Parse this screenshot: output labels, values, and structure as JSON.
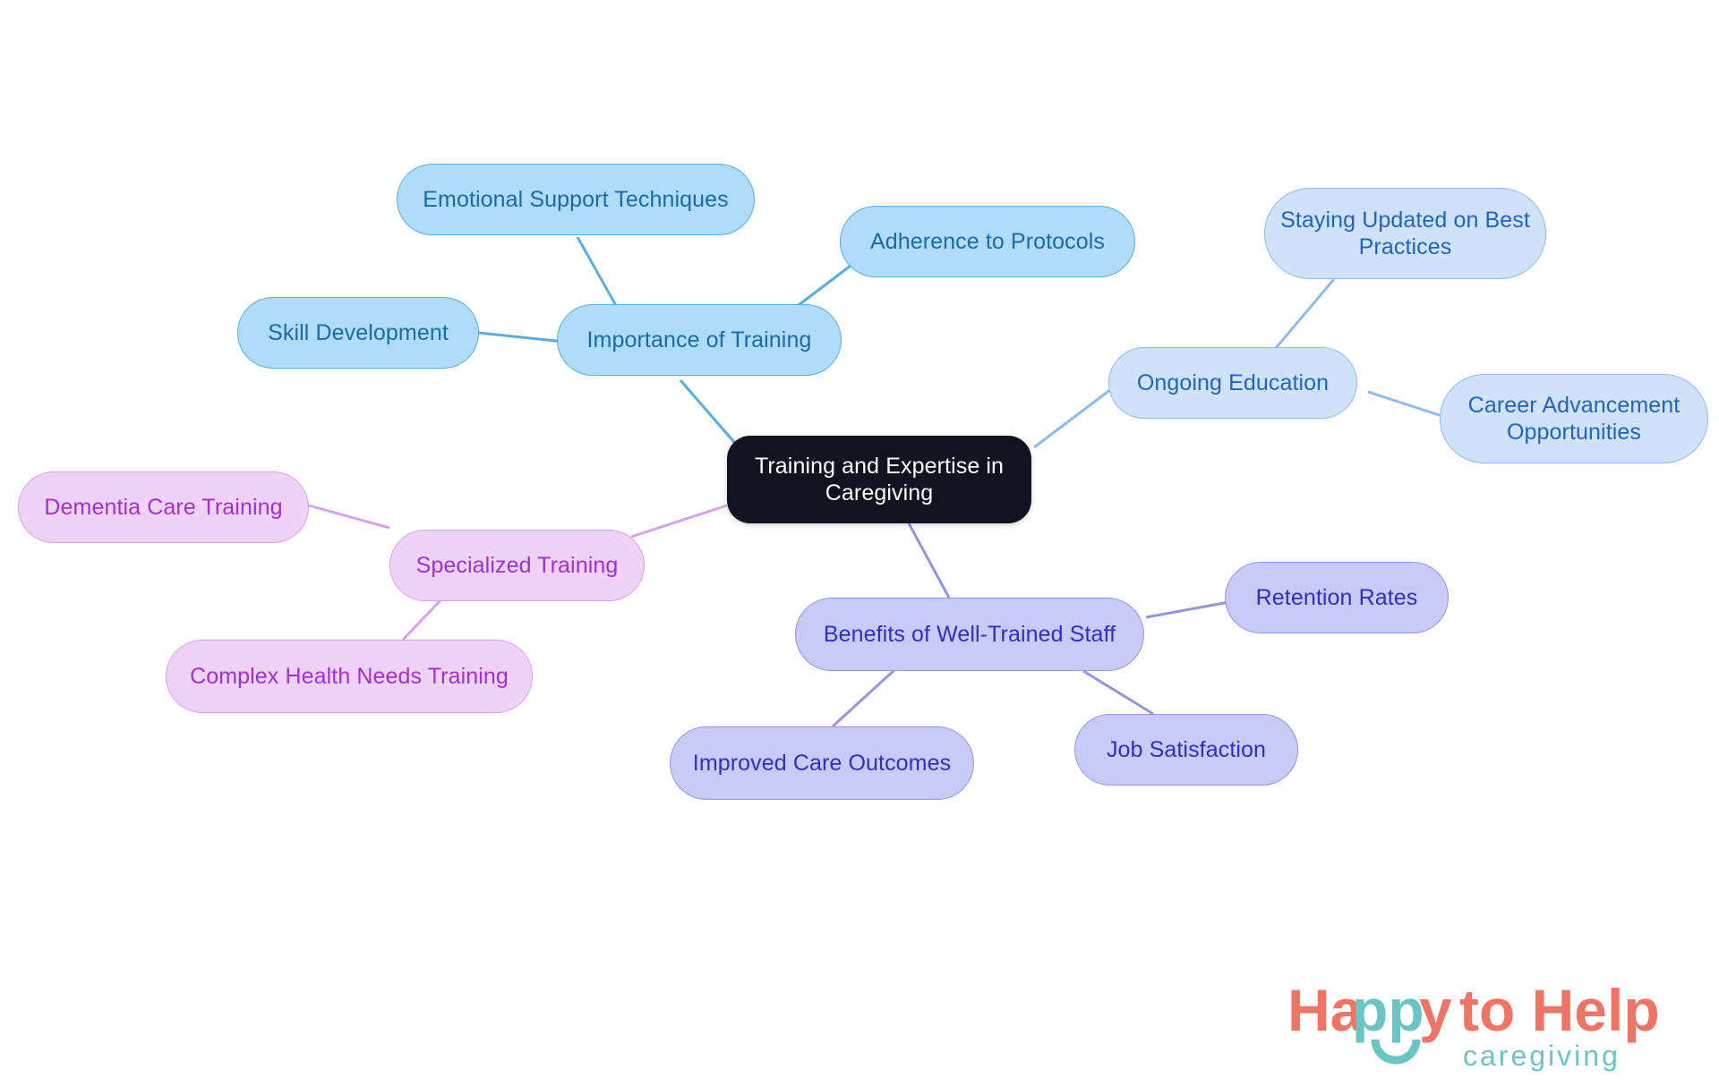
{
  "diagram": {
    "type": "mind-map",
    "title": "Training and Expertise in Caregiving",
    "root": {
      "id": "root",
      "label": "Training and Expertise in Caregiving"
    },
    "branches": [
      {
        "id": "importance-of-training",
        "label": "Importance of Training",
        "color": "#aedcfa",
        "children": [
          {
            "id": "emotional-support-techniques",
            "label": "Emotional Support Techniques"
          },
          {
            "id": "skill-development",
            "label": "Skill Development"
          },
          {
            "id": "adherence-to-protocols",
            "label": "Adherence to Protocols"
          }
        ]
      },
      {
        "id": "ongoing-education",
        "label": "Ongoing Education",
        "color": "#cfe2fa",
        "children": [
          {
            "id": "staying-updated-on-best-practices",
            "label": "Staying Updated on Best Practices"
          },
          {
            "id": "career-advancement-opportunities",
            "label": "Career Advancement Opportunities"
          }
        ]
      },
      {
        "id": "benefits-of-well-trained-staff",
        "label": "Benefits of Well-Trained Staff",
        "color": "#c8caf7",
        "children": [
          {
            "id": "retention-rates",
            "label": "Retention Rates"
          },
          {
            "id": "job-satisfaction",
            "label": "Job Satisfaction"
          },
          {
            "id": "improved-care-outcomes",
            "label": "Improved Care Outcomes"
          }
        ]
      },
      {
        "id": "specialized-training",
        "label": "Specialized Training",
        "color": "#eed2f8",
        "children": [
          {
            "id": "dementia-care-training",
            "label": "Dementia Care Training"
          },
          {
            "id": "complex-health-needs-training",
            "label": "Complex Health Needs Training"
          }
        ]
      }
    ]
  },
  "nodes": {
    "root": "Training and Expertise in Caregiving",
    "emotional_support_techniques": "Emotional Support Techniques",
    "adherence_to_protocols": "Adherence to Protocols",
    "staying_updated": "Staying Updated on Best Practices",
    "skill_development": "Skill Development",
    "importance_of_training": "Importance of Training",
    "ongoing_education": "Ongoing Education",
    "career_advancement": "Career Advancement Opportunities",
    "dementia_care_training": "Dementia Care Training",
    "specialized_training": "Specialized Training",
    "complex_health_needs_training": "Complex Health Needs Training",
    "retention_rates": "Retention Rates",
    "benefits_of_well_trained_staff": "Benefits of Well-Trained Staff",
    "job_satisfaction": "Job Satisfaction",
    "improved_care_outcomes": "Improved Care Outcomes"
  },
  "colors": {
    "root_bg": "#111321",
    "root_text": "#ffffff",
    "blue_fill": "#aedcfa",
    "blue_border": "#5cacdf",
    "blue_text": "#1a6ba8",
    "pale_blue_fill": "#cfe2fa",
    "pale_blue_border": "#8dbbee",
    "pale_blue_text": "#2065c0",
    "periwinkle_fill": "#c8caf7",
    "periwinkle_border": "#9395e2",
    "periwinkle_text": "#2f2fc6",
    "orchid_fill": "#eed2f8",
    "orchid_border": "#d5a3ec",
    "orchid_text": "#a22fd8",
    "logo_coral": "#ee7566",
    "logo_teal": "#6cc5c5",
    "canvas_bg": "#ffffff"
  },
  "logo": {
    "word_happy": "Happy",
    "word_to": "to",
    "word_help": "Help",
    "tagline": "caregiving",
    "full_text": "Happy to Help caregiving"
  }
}
